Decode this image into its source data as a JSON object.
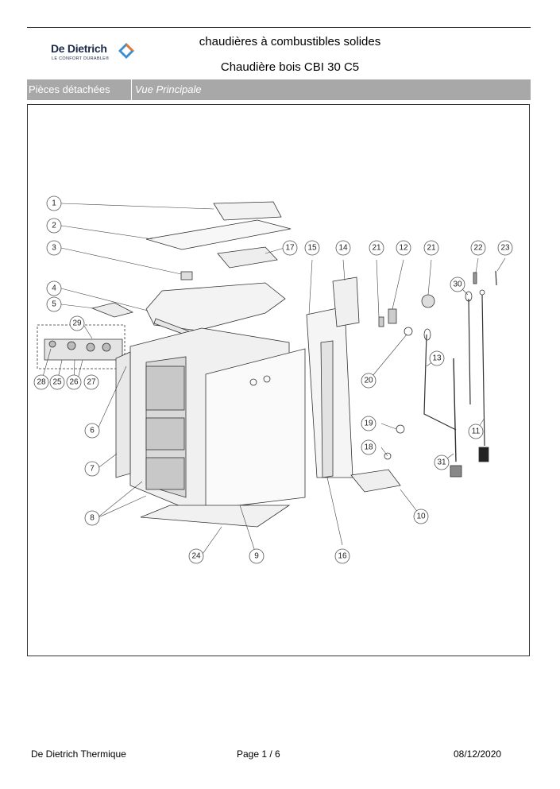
{
  "header": {
    "brand_name": "De Dietrich",
    "brand_tagline": "LE CONFORT DURABLE®",
    "title_line1": "chaudières à combustibles solides",
    "title_line2": "Chaudière bois CBI 30 C5"
  },
  "section_bar": {
    "label": "Pièces détachées",
    "view": "Vue Principale"
  },
  "diagram": {
    "callouts": [
      "1",
      "2",
      "3",
      "4",
      "5",
      "6",
      "7",
      "8",
      "9",
      "10",
      "11",
      "12",
      "13",
      "14",
      "15",
      "16",
      "17",
      "18",
      "19",
      "20",
      "21",
      "21",
      "22",
      "23",
      "24",
      "25",
      "26",
      "27",
      "28",
      "29",
      "30",
      "31"
    ]
  },
  "footer": {
    "company": "De Dietrich Thermique",
    "page_label": "Page   1  /  6",
    "date": "08/12/2020"
  },
  "colors": {
    "bar_bg": "#a8a8a8",
    "brand_navy": "#1c2a4a",
    "brand_orange": "#e8772e",
    "brand_blue": "#3a8fd0"
  }
}
